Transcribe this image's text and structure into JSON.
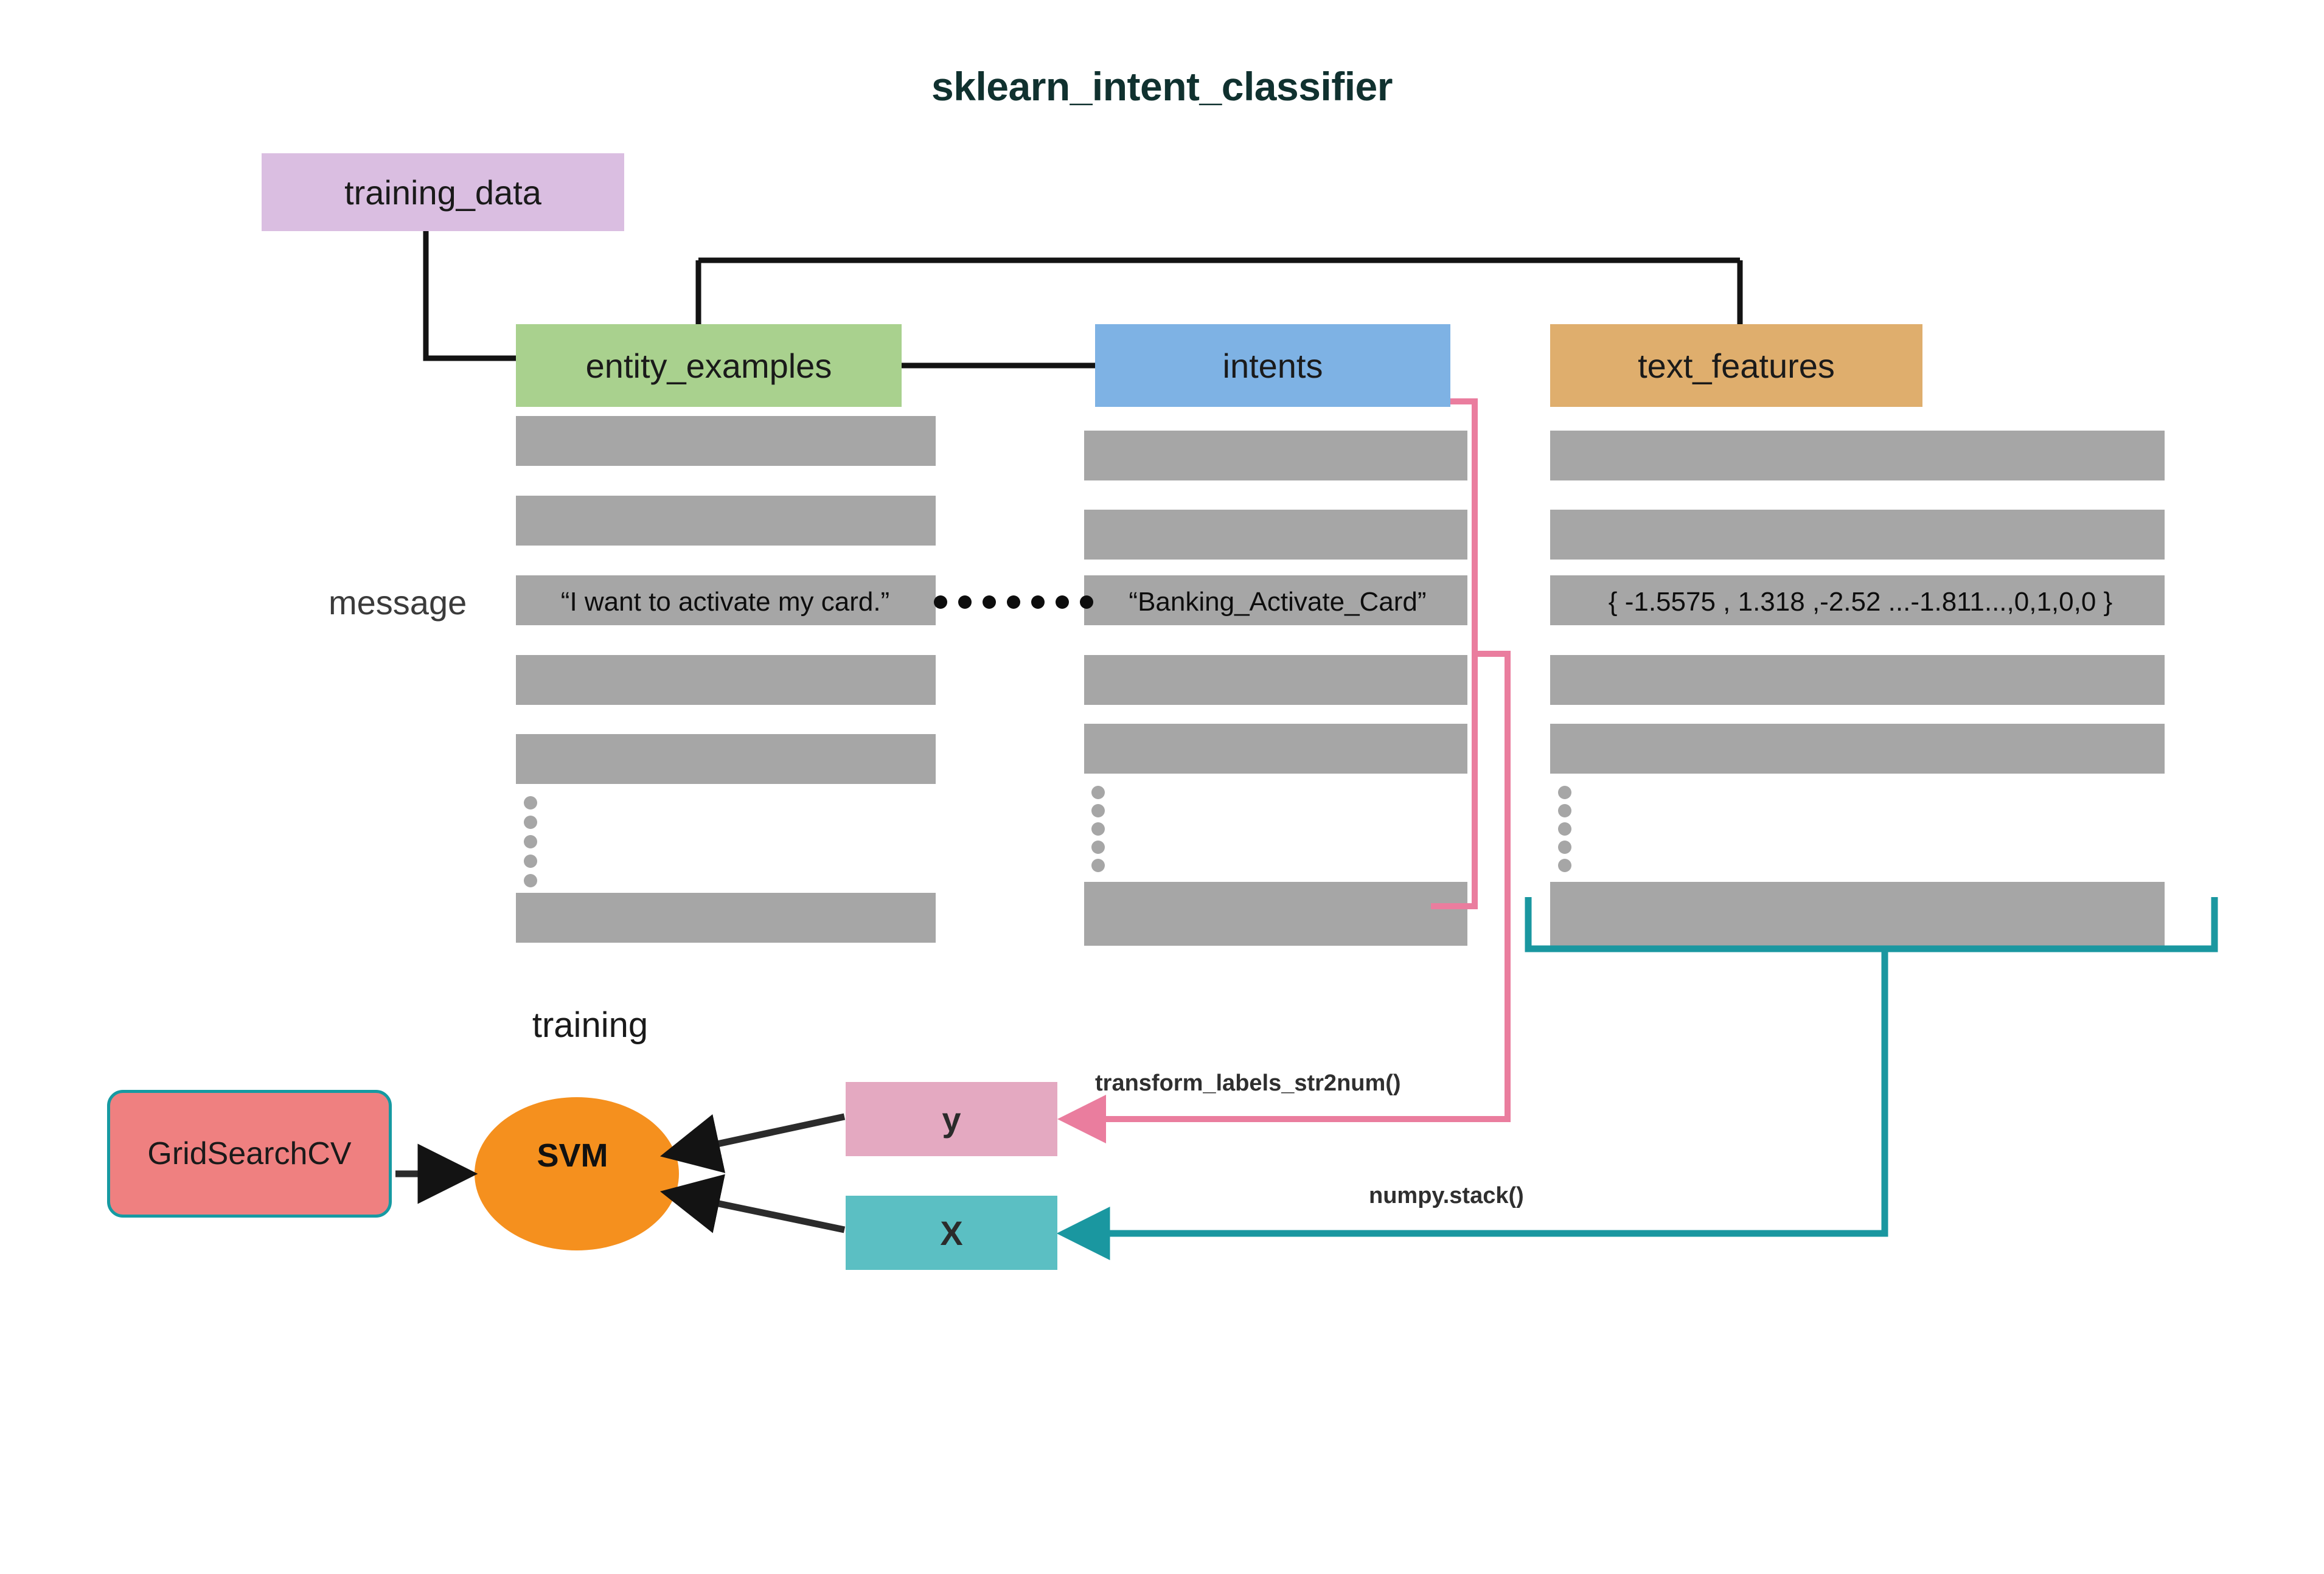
{
  "title": "sklearn_intent_classifier",
  "nodes": {
    "training_data": "training_data",
    "entity_examples": "entity_examples",
    "intents": "intents",
    "text_features": "text_features",
    "row_label": "message",
    "training_label": "training",
    "svm": "SVM",
    "gridsearchcv": "GridSearchCV",
    "y": "y",
    "x": "X"
  },
  "columns": [
    {
      "key": "entity_examples",
      "header": "entity_examples",
      "color": "#a9d18e",
      "highlighted_row_index": 2,
      "highlighted_value": "“I want to activate my card.”",
      "row_count": 6,
      "ellipsis_dots": 5
    },
    {
      "key": "intents",
      "header": "intents",
      "color": "#7eb2e4",
      "highlighted_row_index": 2,
      "highlighted_value": "“Banking_Activate_Card”",
      "row_count": 6,
      "ellipsis_dots": 5
    },
    {
      "key": "text_features",
      "header": "text_features",
      "color": "#dfae6d",
      "highlighted_row_index": 2,
      "highlighted_value": "{ -1.5575 , 1.318 ,-2.52 ...-1.811...,0,1,0,0 }",
      "row_count": 6,
      "ellipsis_dots": 5
    }
  ],
  "edges": {
    "transform_labels": "transform_labels_str2num()",
    "numpy_stack": "numpy.stack()"
  },
  "colors": {
    "title": "#10312f",
    "training_data": "#dabee1",
    "entity_examples": "#a9d18e",
    "intents": "#7eb2e4",
    "text_features": "#dfae6d",
    "row_gray": "#a6a6a6",
    "ellipsis_gray": "#a6a6a6",
    "pink_connector": "#ea7d9e",
    "teal_connector": "#1a97a0",
    "y_box": "#e4a9c1",
    "x_box": "#5bbfc3",
    "svm_ellipse": "#f5901e",
    "gridsearchcv_fill": "#ef8080",
    "gridsearchcv_border": "#169aa2",
    "black_connector": "#131313"
  }
}
